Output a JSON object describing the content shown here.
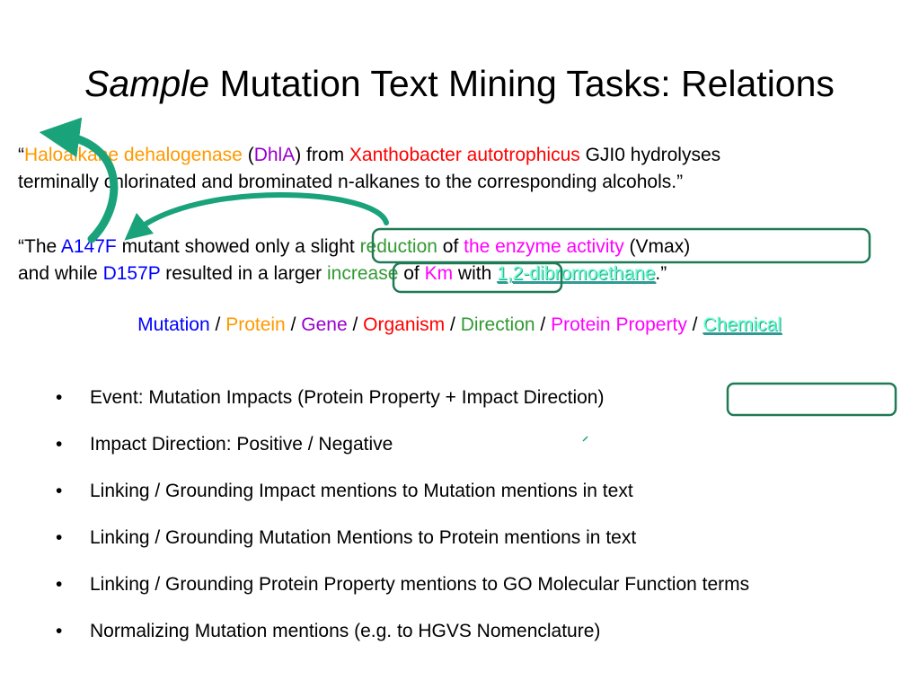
{
  "slide": {
    "title_italic": "Sample",
    "title_rest": " Mutation Text Mining Tasks: Relations"
  },
  "example1": {
    "open_quote": "“",
    "protein": "Haloalkane dehalogenase",
    "paren_open": " (",
    "gene": "DhlA",
    "after_gene": ") from ",
    "organism": "Xanthobacter autotrophicus",
    "after_organism": " GJI0 hydrolyses",
    "line2": "terminally chlorinated and brominated n-alkanes to the corresponding alcohols.”"
  },
  "example2": {
    "open": "“The ",
    "mutation1": "A147F",
    "after_mutation1": " mutant showed only a ",
    "slight": "slight ",
    "direction1": "reduction",
    "of1": " of ",
    "property1": "the enzyme activity",
    "vmax": " (Vmax)",
    "line2_start": "and while ",
    "mutation2": "D157P",
    "after_mutation2": " resulted in a larger ",
    "direction2": "increase",
    "of2": " of ",
    "property2": "Km",
    "with": " with ",
    "chemical": "1,2-dibromoethane",
    "close": ".”"
  },
  "legend": {
    "separator": " / ",
    "mutation": "Mutation",
    "protein": "Protein",
    "gene": "Gene",
    "organism": "Organism",
    "direction": "Direction",
    "property": "Protein Property",
    "chemical": "Chemical"
  },
  "bullet_symbol": "•",
  "bullets": [
    "Event: Mutation Impacts (Protein Property + Impact Direction)",
    "Impact Direction: Positive / Negative",
    "Linking / Grounding Impact mentions to Mutation mentions in text",
    "Linking / Grounding Mutation Mentions to Protein mentions in text",
    "Linking / Grounding Protein Property mentions to GO Molecular Function terms",
    "Normalizing Mutation mentions (e.g. to HGVS Nomenclature)"
  ],
  "colors": {
    "mutation": "#0000ff",
    "protein": "#ff9900",
    "gene": "#9900cc",
    "organism": "#ff0000",
    "direction": "#339933",
    "property": "#ff00ff",
    "chemical": "#66ffcc",
    "arrow": "#1aa37a",
    "box_outline": "#1f7a55"
  }
}
